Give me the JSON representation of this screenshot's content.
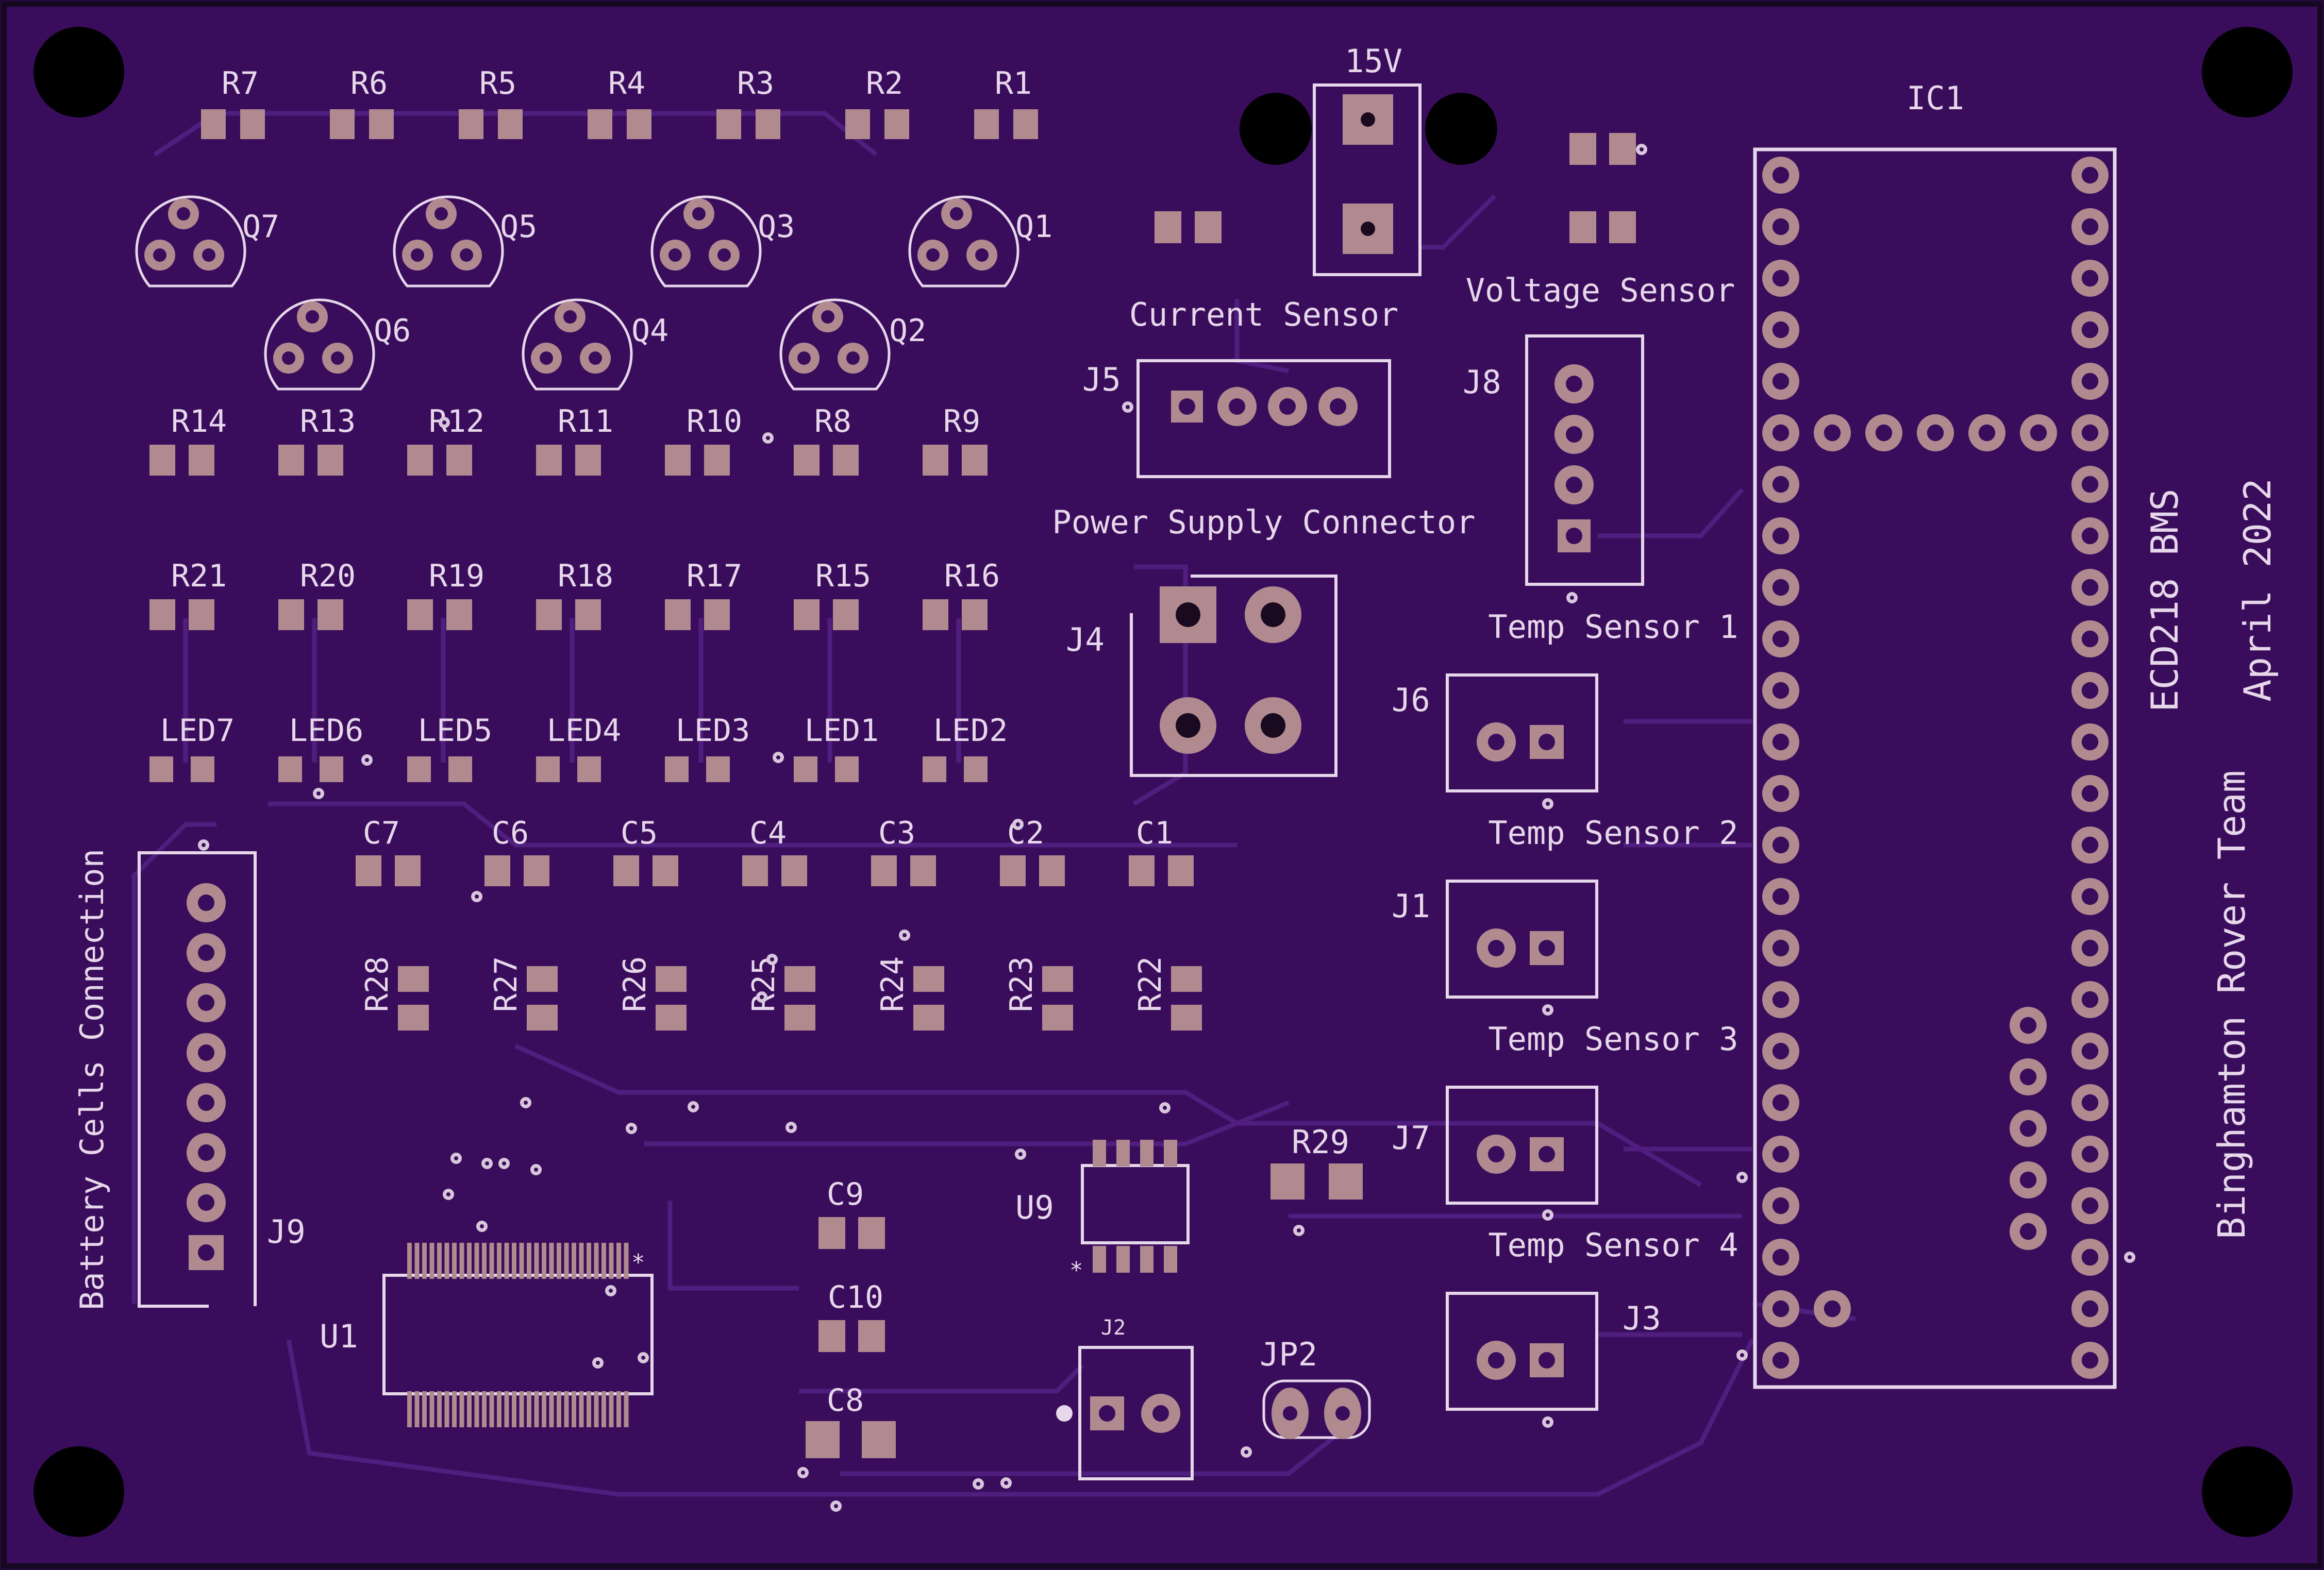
{
  "title": "ECD218 BMS",
  "date": "April 2022",
  "team": "Binghamton Rover Team",
  "colors": {
    "board": "#3a0d5c",
    "trace": "#5a2a86",
    "pad": "#b08a8f",
    "silk": "#e6d7ea",
    "hole": "#000000"
  },
  "labels": {
    "resistors_top": [
      "R7",
      "R6",
      "R5",
      "R4",
      "R3",
      "R2",
      "R1"
    ],
    "transistors_row1": [
      "Q7",
      "Q5",
      "Q3",
      "Q1"
    ],
    "transistors_row2": [
      "Q6",
      "Q4",
      "Q2"
    ],
    "resistors_mid": [
      "R14",
      "R13",
      "R12",
      "R11",
      "R10",
      "R8",
      "R9"
    ],
    "resistors_low": [
      "R21",
      "R20",
      "R19",
      "R18",
      "R17",
      "R15",
      "R16"
    ],
    "leds": [
      "LED7",
      "LED6",
      "LED5",
      "LED4",
      "LED3",
      "LED1",
      "LED2"
    ],
    "capacitors": [
      "C7",
      "C6",
      "C5",
      "C4",
      "C3",
      "C2",
      "C1"
    ],
    "resistors_vertical": [
      "R28",
      "R27",
      "R26",
      "R25",
      "R24",
      "R23",
      "R22"
    ],
    "power_15v": "15V",
    "ic1": "IC1",
    "current_sensor": "Current Sensor",
    "voltage_sensor": "Voltage Sensor",
    "j5": "J5",
    "j8": "J8",
    "power_supply": "Power Supply Connector",
    "j4": "J4",
    "temp1": "Temp Sensor 1",
    "j6": "J6",
    "temp2": "Temp Sensor 2",
    "j1": "J1",
    "temp3": "Temp Sensor 3",
    "j7": "J7",
    "temp4": "Temp Sensor 4",
    "j3": "J3",
    "r29": "R29",
    "battery": "Battery Cells Connection",
    "j9": "J9",
    "u1": "U1",
    "u9": "U9",
    "c9": "C9",
    "c10": "C10",
    "c8": "C8",
    "j2": "J2",
    "jp2": "JP2"
  }
}
